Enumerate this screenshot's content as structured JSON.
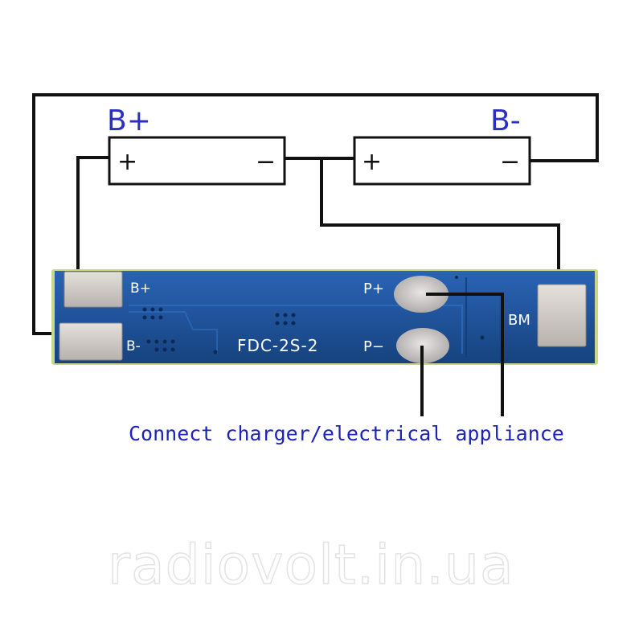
{
  "diagram": {
    "battery_labels": {
      "b_plus": "B+",
      "b_minus": "B-"
    },
    "battery_1": {
      "plus": "+",
      "minus": "−"
    },
    "battery_2": {
      "plus": "+",
      "minus": "−"
    },
    "board": {
      "model": "FDC-2S-2",
      "pad_b_plus": "B+",
      "pad_b_minus": "B-",
      "pad_p_plus": "P+",
      "pad_p_minus": "P−",
      "pad_bm": "BM"
    },
    "caption": "Connect charger/electrical appliance",
    "watermark": "radiovolt.in.ua"
  },
  "colors": {
    "board_blue": "#1d4f9c",
    "board_edge": "#c8d88a",
    "pad_silver": "#cfcac6",
    "label_blue": "#2a2fc4"
  }
}
